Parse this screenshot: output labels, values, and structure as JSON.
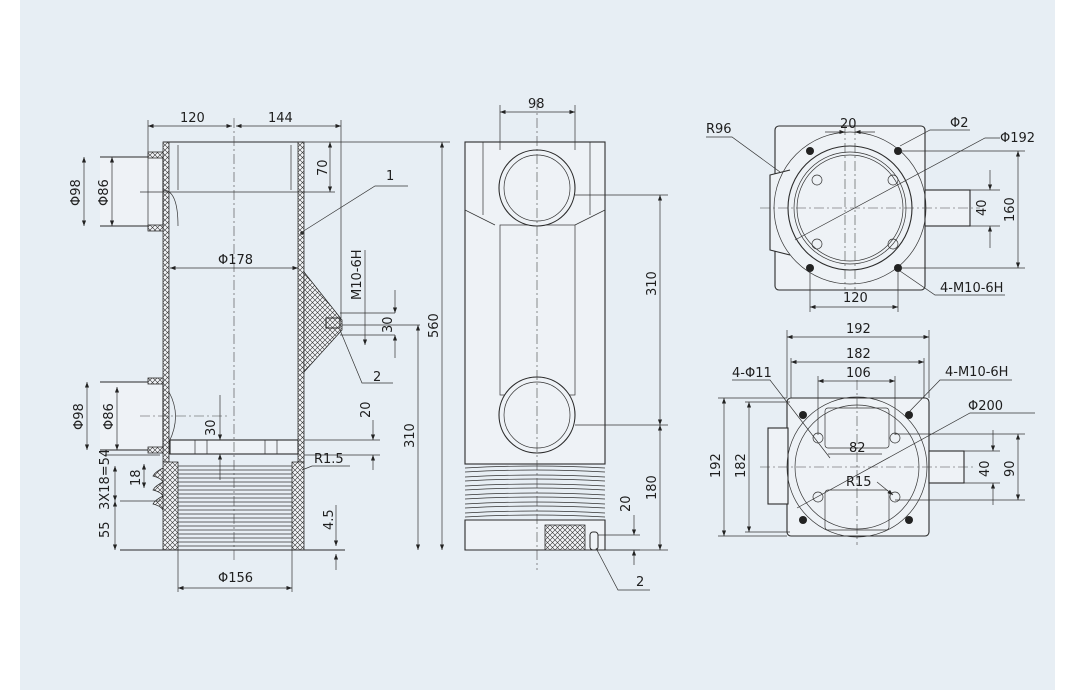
{
  "side_section_view": {
    "width_left": "120",
    "width_right": "144",
    "top_height": "70",
    "pipe_outer_upper": "Φ98",
    "pipe_inner_upper": "Φ86",
    "pipe_outer_lower": "Φ98",
    "pipe_inner_lower": "Φ86",
    "bore": "Φ178",
    "thread": "M10-6H",
    "boss_height": "30",
    "insert_height": "30",
    "ring_height": "20",
    "radius": "R1.5",
    "total_height": "560",
    "lower_height": "310",
    "rib_spacing": "3X18=54",
    "rib_pitch": "18",
    "base_height": "55",
    "base_offset": "4.5",
    "base_bore": "Φ156",
    "callout_1": "1",
    "callout_2": "2"
  },
  "front_view": {
    "width": "98",
    "upper_height": "310",
    "lower_height": "180",
    "insert_height": "20",
    "callout_2": "2"
  },
  "top_view": {
    "radius": "R96",
    "slot_width": "20",
    "pin": "Φ2",
    "circle": "Φ192",
    "stub_height": "40",
    "hole_span_v": "160",
    "hole_span_h": "120",
    "holes": "4-M10-6H"
  },
  "bottom_view": {
    "outer_width": "192",
    "inner_width": "182",
    "hole_span": "106",
    "through_holes": "4-Φ11",
    "threaded_holes": "4-M10-6H",
    "circle": "Φ200",
    "inner_span": "82",
    "radius": "R15",
    "outer_height": "192",
    "inner_height": "182",
    "stub_height": "40",
    "stub_span": "90"
  }
}
